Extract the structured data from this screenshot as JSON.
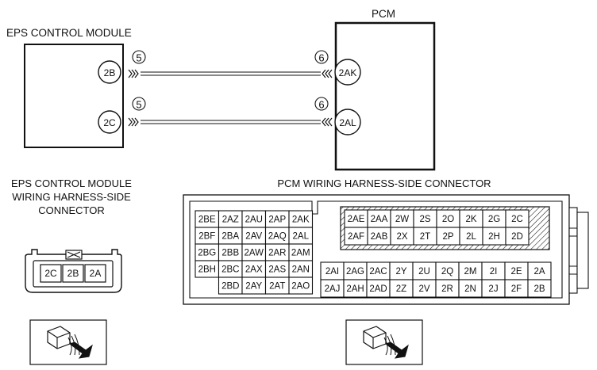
{
  "eps_module": {
    "title": "EPS CONTROL MODULE",
    "terminals": [
      "2B",
      "2C"
    ],
    "connector_title": [
      "EPS CONTROL MODULE",
      "WIRING HARNESS-SIDE",
      "CONNECTOR"
    ],
    "connector_pins": [
      "2C",
      "2B",
      "2A"
    ]
  },
  "pcm": {
    "title": "PCM",
    "terminals": [
      "2AK",
      "2AL"
    ],
    "connector_title": "PCM WIRING HARNESS-SIDE CONNECTOR"
  },
  "wires": [
    {
      "from": "2B",
      "to": "2AK",
      "from_num": "5",
      "to_num": "6"
    },
    {
      "from": "2C",
      "to": "2AL",
      "from_num": "5",
      "to_num": "6"
    }
  ],
  "pcm_connector": {
    "left_rows": [
      [
        "2BE",
        "2AZ",
        "2AU",
        "2AP",
        "2AK"
      ],
      [
        "2BF",
        "2BA",
        "2AV",
        "2AQ",
        "2AL"
      ],
      [
        "2BG",
        "2BB",
        "2AW",
        "2AR",
        "2AM"
      ],
      [
        "2BH",
        "2BC",
        "2AX",
        "2AS",
        "2AN"
      ],
      [
        "",
        "2BD",
        "2AY",
        "2AT",
        "2AO"
      ]
    ],
    "hatched_rows": [
      [
        "2AE",
        "2AA",
        "2W",
        "2S",
        "2O",
        "2K",
        "2G",
        "2C"
      ],
      [
        "2AF",
        "2AB",
        "2X",
        "2T",
        "2P",
        "2L",
        "2H",
        "2D"
      ]
    ],
    "lower_rows": [
      [
        "2AI",
        "2AG",
        "2AC",
        "2Y",
        "2U",
        "2Q",
        "2M",
        "2I",
        "2E",
        "2A"
      ],
      [
        "2AJ",
        "2AH",
        "2AD",
        "2Z",
        "2V",
        "2R",
        "2N",
        "2J",
        "2F",
        "2B"
      ]
    ]
  },
  "icons": [
    "connector-probe-icon",
    "connector-probe-icon"
  ],
  "colors": {
    "line": "#111111",
    "background": "#ffffff"
  }
}
